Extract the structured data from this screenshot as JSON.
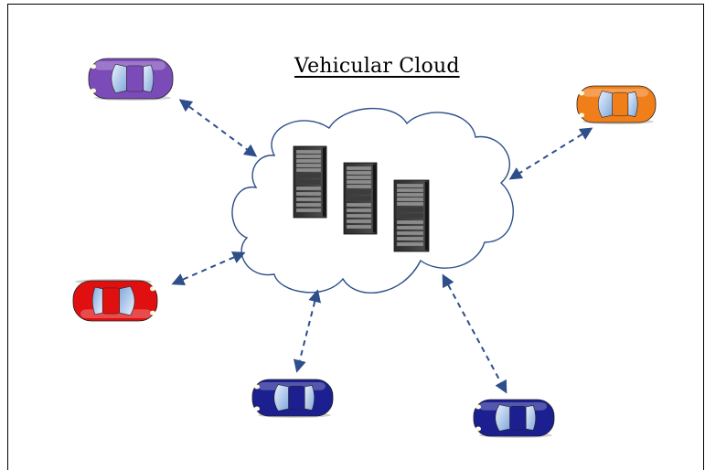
{
  "diagram": {
    "title": "Vehicular Cloud",
    "colors": {
      "link": "#2e4f8a",
      "cloud_stroke": "#2e4f8a",
      "server_body": "#3a3a3a",
      "server_panel": "#8c8c8c",
      "car_purple": "#7b4bb8",
      "car_orange": "#f07f1a",
      "car_red": "#e01010",
      "car_blue": "#1b1f8f"
    },
    "nodes": [
      {
        "id": "cloud",
        "kind": "cloud",
        "icon": "cloud-icon"
      },
      {
        "id": "server-1",
        "kind": "server",
        "icon": "server-rack-icon"
      },
      {
        "id": "server-2",
        "kind": "server",
        "icon": "server-rack-icon"
      },
      {
        "id": "server-3",
        "kind": "server",
        "icon": "server-rack-icon"
      },
      {
        "id": "car-purple",
        "kind": "vehicle",
        "icon": "car-icon",
        "color": "purple"
      },
      {
        "id": "car-orange",
        "kind": "vehicle",
        "icon": "car-icon",
        "color": "orange"
      },
      {
        "id": "car-red",
        "kind": "vehicle",
        "icon": "car-icon",
        "color": "red"
      },
      {
        "id": "car-blue-1",
        "kind": "vehicle",
        "icon": "car-icon",
        "color": "blue"
      },
      {
        "id": "car-blue-2",
        "kind": "vehicle",
        "icon": "car-icon",
        "color": "blue"
      }
    ],
    "edges": [
      {
        "from": "car-purple",
        "to": "cloud",
        "style": "dashed-bidirectional"
      },
      {
        "from": "car-orange",
        "to": "cloud",
        "style": "dashed-bidirectional"
      },
      {
        "from": "car-red",
        "to": "cloud",
        "style": "dashed-bidirectional"
      },
      {
        "from": "car-blue-1",
        "to": "cloud",
        "style": "dashed-bidirectional"
      },
      {
        "from": "car-blue-2",
        "to": "cloud",
        "style": "dashed-bidirectional"
      }
    ]
  }
}
